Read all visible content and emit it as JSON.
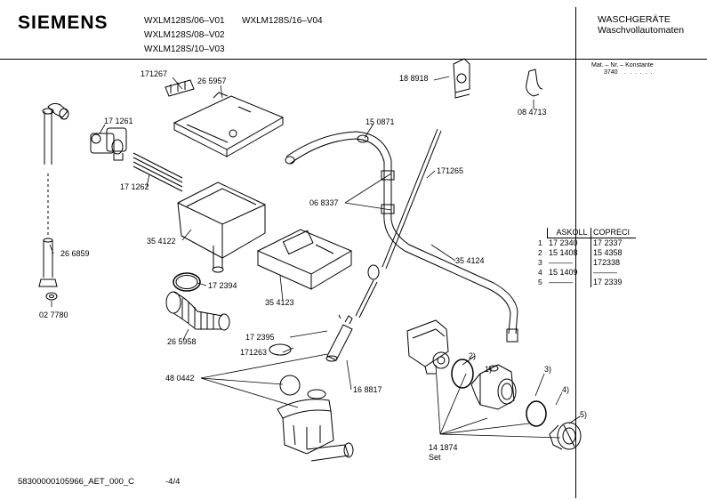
{
  "header": {
    "brand": "SIEMENS",
    "models": [
      "WXLM128S/06–V01",
      "WXLM128S/16–V04",
      "WXLM128S/08–V02",
      "WXLM128S/10–V03"
    ],
    "category_line1": "WASCHGERÄTE",
    "category_line2": "Waschvollautomaten",
    "material_label": "Mat. – Nr. – Konstante",
    "material_value": "3740"
  },
  "table": {
    "headers": [
      "ASKOLL",
      "COPRECI"
    ],
    "rows": [
      {
        "n": "1",
        "askoll": "17 2340",
        "copreci": "17 2337"
      },
      {
        "n": "2",
        "askoll": "15 1408",
        "copreci": "15 4358"
      },
      {
        "n": "3",
        "askoll": "———",
        "copreci": "172338"
      },
      {
        "n": "4",
        "askoll": "15 1409",
        "copreci": "———"
      },
      {
        "n": "5",
        "askoll": "———",
        "copreci": "17 2339"
      }
    ]
  },
  "labels": {
    "p171267": "171267",
    "p265957": "26 5957",
    "p171261": "17 1261",
    "p171262": "17 1262",
    "p354122": "35 4122",
    "p266859": "26 6859",
    "p027780": "02 7780",
    "p172394": "17 2394",
    "p265958": "26 5958",
    "p354123": "35 4123",
    "p172395": "17 2395",
    "p171263": "171263",
    "p480442": "48 0442",
    "p168817": "16 8817",
    "p188918": "18 8918",
    "p150871": "15 0871",
    "p171265": "171265",
    "p068337": "06 8337",
    "p354124": "35 4124",
    "p084713": "08 4713",
    "p141874": "14 1874",
    "set": "Set",
    "c1": "1)",
    "c2": "2)",
    "c3": "3)",
    "c4": "4)",
    "c5": "5)"
  },
  "footer": {
    "doc_id": "58300000105966_AET_000_C",
    "page": "-4/4"
  }
}
